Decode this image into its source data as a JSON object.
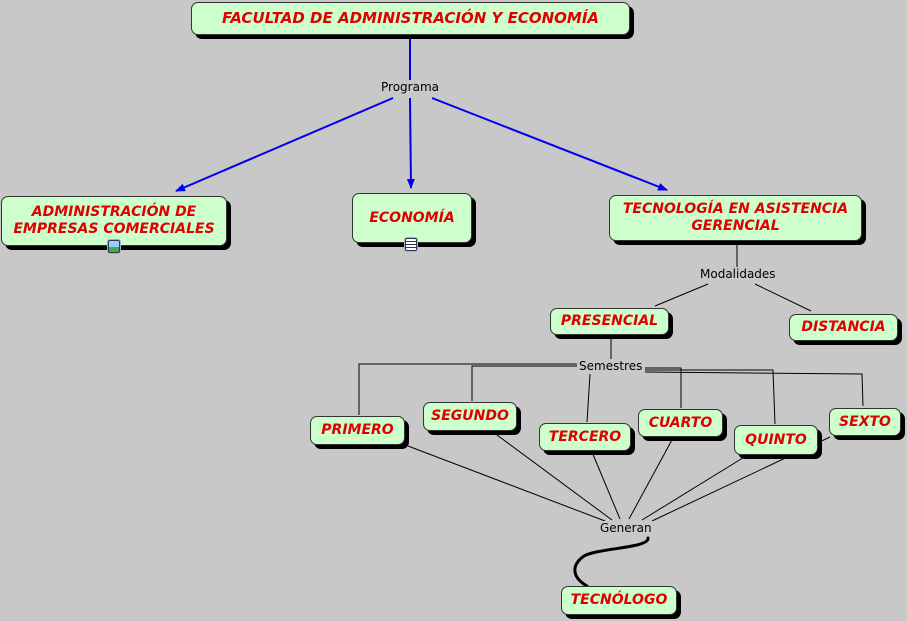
{
  "colors": {
    "background": "#c8c8c8",
    "node_fill": "#ccffcc",
    "node_text": "#e00000",
    "arrow_links": "#0000ee",
    "plain_links": "#000000"
  },
  "concepts": {
    "faculty": "FACULTAD DE ADMINISTRACIÓN Y ECONOMÍA",
    "admin": "ADMINISTRACIÓN DE EMPRESAS COMERCIALES",
    "economia": "ECONOMÍA",
    "tecnologia": "TECNOLOGÍA EN ASISTENCIA GERENCIAL",
    "presencial": "PRESENCIAL",
    "distancia": "DISTANCIA",
    "primero": "PRIMERO",
    "segundo": "SEGUNDO",
    "tercero": "TERCERO",
    "cuarto": "CUARTO",
    "quinto": "QUINTO",
    "sexto": "SEXTO",
    "tecnologo": "TECNÓLOGO"
  },
  "linking_phrases": {
    "programa": "Programa",
    "modalidades": "Modalidades",
    "semestres": "Semestres",
    "generan": "Generan"
  },
  "resource_icons": {
    "admin": "image-resource-icon",
    "economia": "document-resource-icon"
  }
}
